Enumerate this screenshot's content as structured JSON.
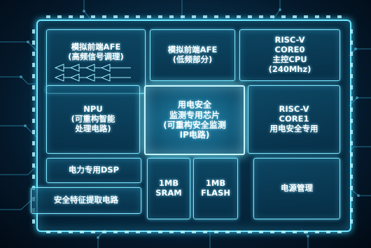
{
  "colors": {
    "background": "#04182a",
    "glow": "#38d4ff",
    "block_border": "#7fe9ff",
    "text": "#ffffff"
  },
  "blocks": {
    "afe_high": {
      "lines": [
        "模拟前端AFE",
        "(高频信号调理)"
      ]
    },
    "afe_low": {
      "lines": [
        "模拟前端AFE",
        "(低频部分)"
      ]
    },
    "riscv_core0": {
      "lines": [
        "RISC-V",
        "CORE0",
        "主控CPU",
        "(240Mhz)"
      ]
    },
    "npu": {
      "lines": [
        "NPU",
        "(可重构智能",
        "处理电路)"
      ]
    },
    "central": {
      "lines": [
        "用电安全",
        "监测专用芯片",
        "(可重构安全监测",
        "IP电路)"
      ]
    },
    "riscv_core1": {
      "lines": [
        "RISC-V",
        "CORE1",
        "用电安全专用"
      ]
    },
    "power_dsp": {
      "lines": [
        "电力专用DSP"
      ]
    },
    "sram": {
      "lines": [
        "1MB",
        "SRAM"
      ]
    },
    "flash": {
      "lines": [
        "1MB",
        "FLASH"
      ]
    },
    "power_mgmt": {
      "lines": [
        "电源管理"
      ]
    },
    "security_feature": {
      "lines": [
        "安全特征提取电路"
      ]
    }
  }
}
